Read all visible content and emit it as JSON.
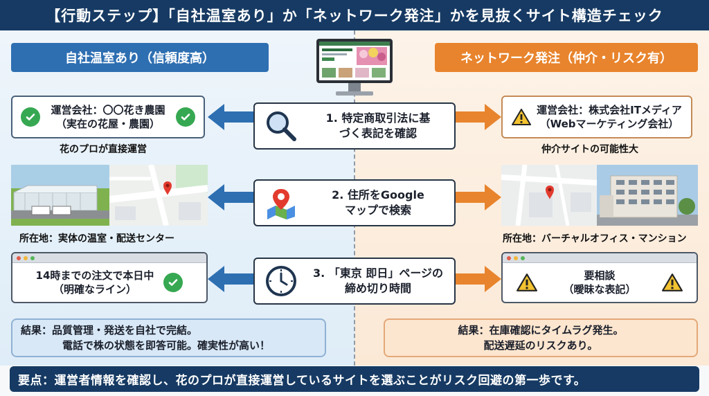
{
  "title": "【行動ステップ】「自社温室あり」か「ネットワーク発注」かを見抜くサイト構造チェック",
  "left_header": "自社温室あり（信頼度高）",
  "right_header": "ネットワーク発注（仲介・リスク有）",
  "steps": [
    {
      "label_line1": "1. 特定商取引法に基",
      "label_line2": "づく表記を確認",
      "icon": "magnifier-icon"
    },
    {
      "label_line1": "2. 住所をGoogle",
      "label_line2": "マップで検索",
      "icon": "map-pin-icon"
    },
    {
      "label_line1": "3. 「東京 即日」ページの",
      "label_line2": "締め切り時間",
      "icon": "clock-icon"
    }
  ],
  "left": {
    "operator_line1": "運営会社：〇〇花き農園",
    "operator_line2": "（実在の花屋・農園）",
    "operator_caption": "花のプロが直接運営",
    "location_caption": "所在地：実体の温室・配送センター",
    "deadline_line1": "14時までの注文で本日中",
    "deadline_line2": "（明確なライン）",
    "result_line1": "結果：品質管理・発送を自社で完結。",
    "result_line2": "電話で株の状態を即答可能。確実性が高い！"
  },
  "right": {
    "operator_line1": "運営会社：株式会社ITメディア",
    "operator_line2": "（Webマーケティング会社）",
    "operator_caption": "仲介サイトの可能性大",
    "location_caption": "所在地：バーチャルオフィス・マンション",
    "deadline_line1": "要相談",
    "deadline_line2": "（曖昧な表記）",
    "result_line1": "結果：在庫確認にタイムラグ発生。",
    "result_line2": "配送遅延のリスクあり。"
  },
  "key_point": "要点：運営者情報を確認し、花のプロが直接運営しているサイトを選ぶことがリスク回避の第一歩です。",
  "colors": {
    "navy": "#163a63",
    "blue": "#2e6fb2",
    "orange": "#e8842d",
    "green": "#36a852",
    "warn": "#f2c230"
  }
}
